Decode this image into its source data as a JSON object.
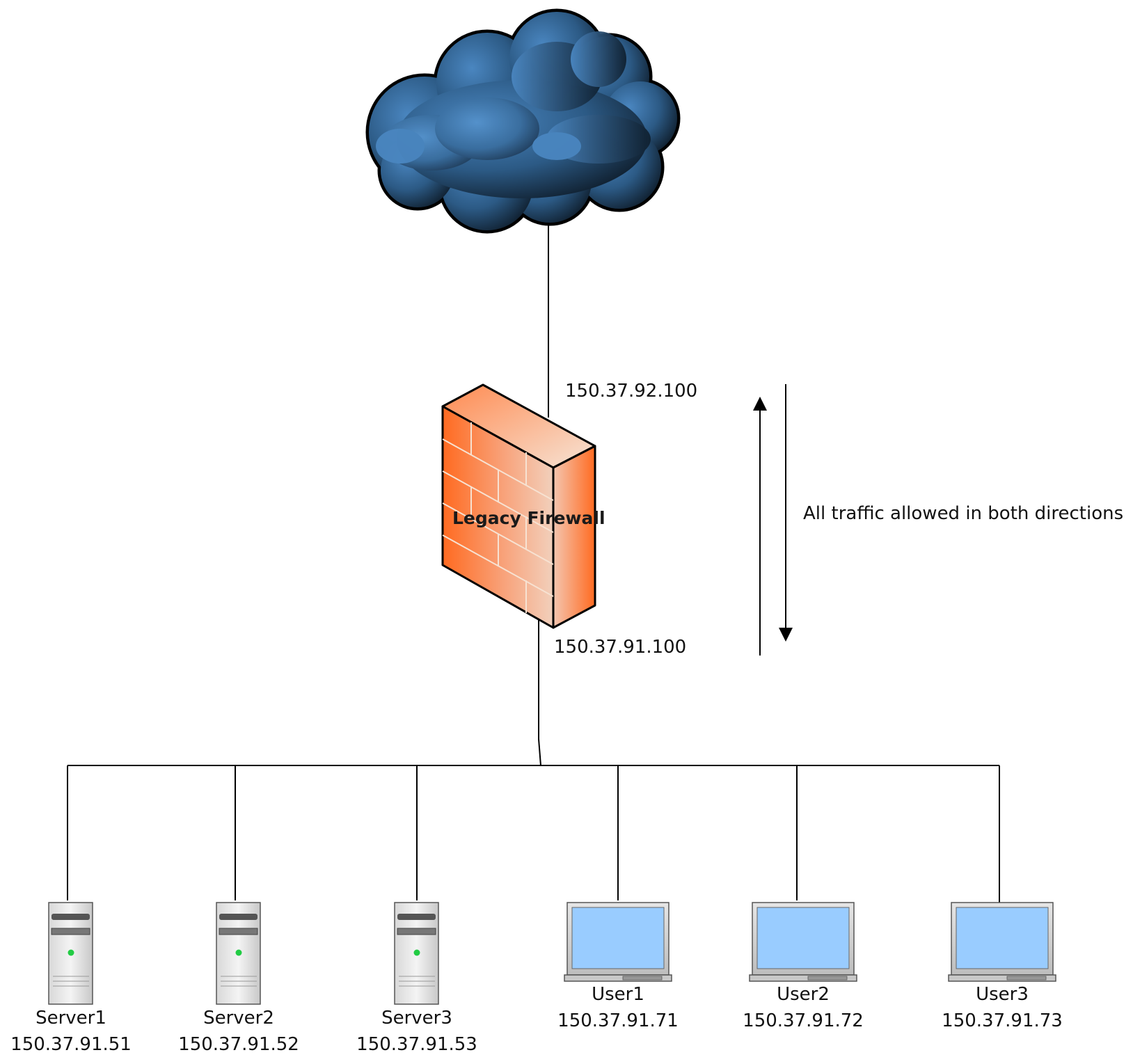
{
  "internet": {
    "icon": "cloud-icon"
  },
  "firewall": {
    "label": "Legacy Firewall",
    "icon": "firewall-icon",
    "color": "#FF6A2A"
  },
  "interfaces": {
    "outside_ip": "150.37.92.100",
    "inside_ip": "150.37.91.100"
  },
  "traffic_note": "All traffic allowed in both directions",
  "devices": [
    {
      "type": "server",
      "icon": "server-icon",
      "name": "Server1",
      "ip": "150.37.91.51"
    },
    {
      "type": "server",
      "icon": "server-icon",
      "name": "Server2",
      "ip": "150.37.91.52"
    },
    {
      "type": "server",
      "icon": "server-icon",
      "name": "Server3",
      "ip": "150.37.91.53"
    },
    {
      "type": "user",
      "icon": "laptop-icon",
      "name": "User1",
      "ip": "150.37.91.71"
    },
    {
      "type": "user",
      "icon": "laptop-icon",
      "name": "User2",
      "ip": "150.37.91.72"
    },
    {
      "type": "user",
      "icon": "laptop-icon",
      "name": "User3",
      "ip": "150.37.91.73"
    }
  ],
  "colors": {
    "line": "#000000",
    "cloud_dark": "#0F1F2E",
    "cloud_light": "#4A86C0",
    "screen": "#99CCFF",
    "server_led": "#22CC44"
  }
}
